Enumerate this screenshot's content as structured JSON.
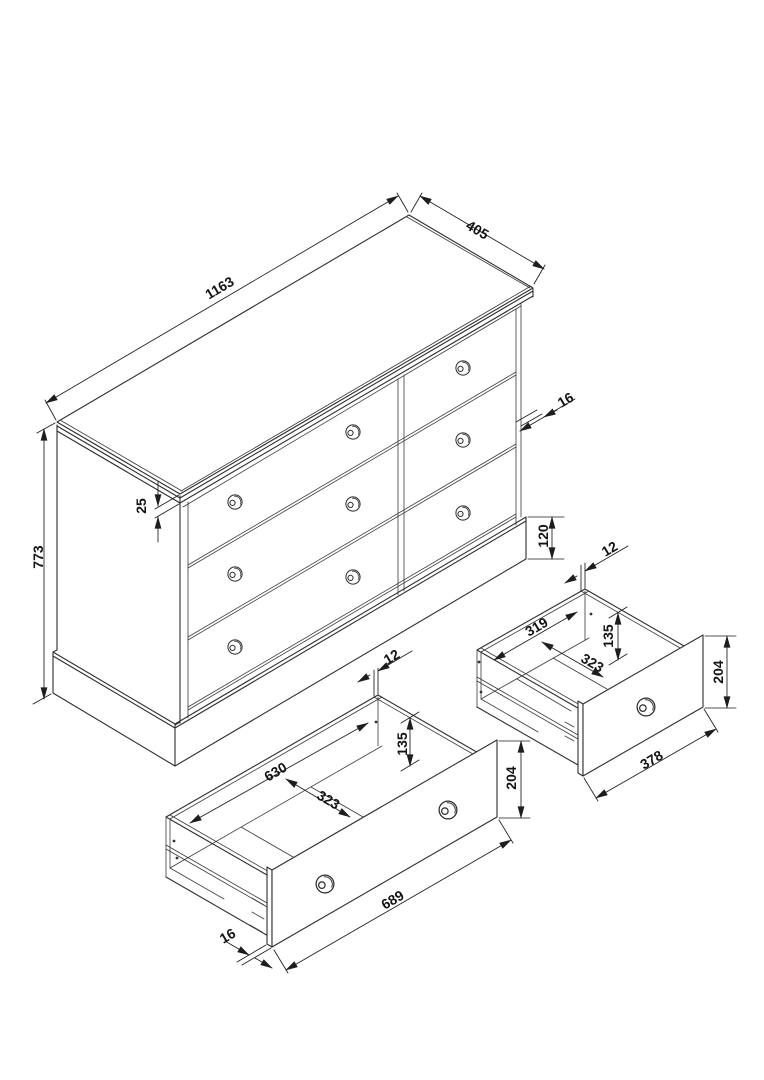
{
  "drawing": {
    "description": "Isometric assembly drawing of a wide 6-drawer chest with one large and one small drawer shown pulled out",
    "dimensions": {
      "cabinet": {
        "width": "1163",
        "depth": "405",
        "height": "773",
        "top_thickness": "25",
        "side_panel_thickness": "16",
        "plinth_height": "120"
      },
      "large_drawer": {
        "back_thickness": "12",
        "inner_width": "630",
        "inner_depth": "323",
        "inner_height": "135",
        "front_height": "204",
        "front_width": "689",
        "front_panel_thickness": "16"
      },
      "small_drawer": {
        "back_thickness": "12",
        "inner_width": "319",
        "inner_depth": "323",
        "inner_height": "135",
        "front_height": "204",
        "front_width": "378"
      }
    }
  }
}
